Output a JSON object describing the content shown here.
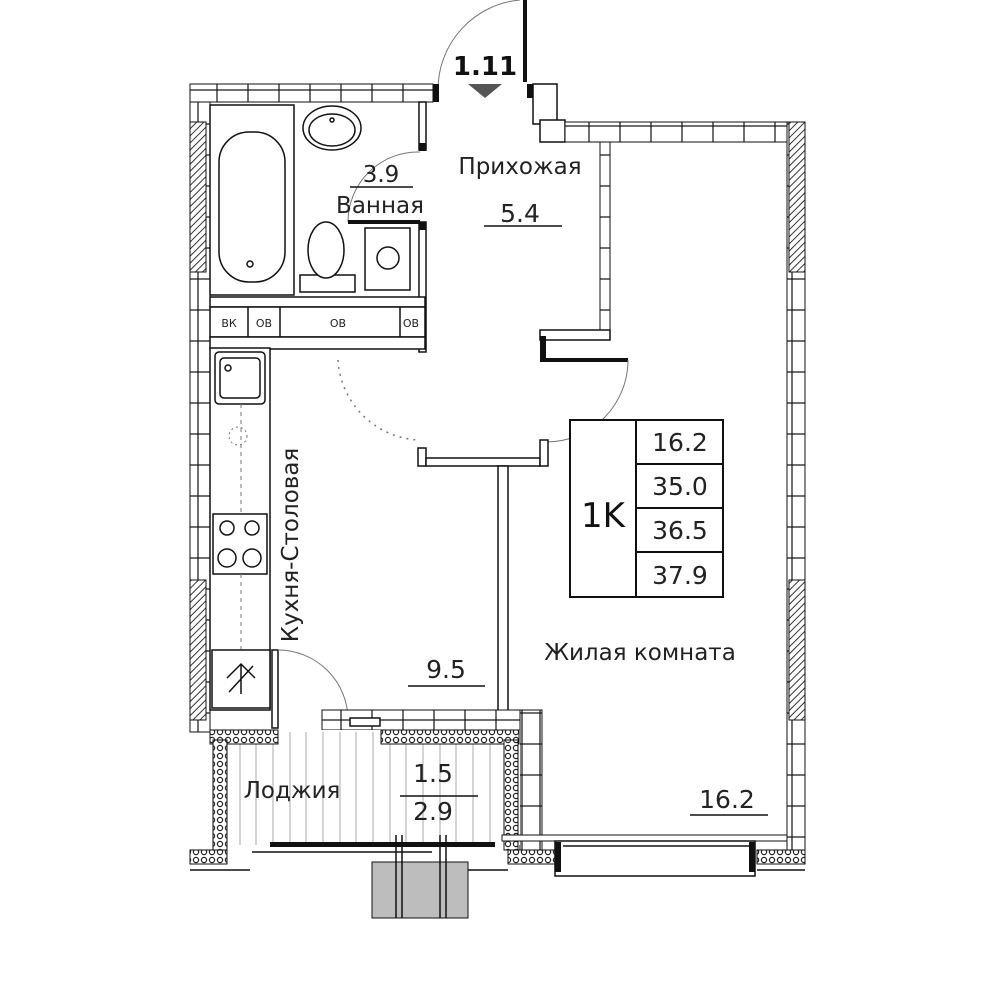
{
  "apartment_number": "1.11",
  "rooms": {
    "bathroom": {
      "name": "Ванная",
      "area": "3.9"
    },
    "hallway": {
      "name": "Прихожая",
      "area": "5.4"
    },
    "kitchen": {
      "name": "Кухня-Столовая",
      "area": "9.5"
    },
    "living": {
      "name": "Жилая комната",
      "area": "16.2"
    },
    "loggia": {
      "name": "Лоджия",
      "area_reduced": "1.5",
      "area_full": "2.9"
    }
  },
  "summary": {
    "type": "1K",
    "values": [
      "16.2",
      "35.0",
      "36.5",
      "37.9"
    ]
  },
  "shafts": [
    "ВК",
    "ОВ",
    "ОВ",
    "ОВ"
  ],
  "colors": {
    "wall": "#111111",
    "balcony_unit": "#bdbdbd",
    "entry_marker": "#555555"
  }
}
